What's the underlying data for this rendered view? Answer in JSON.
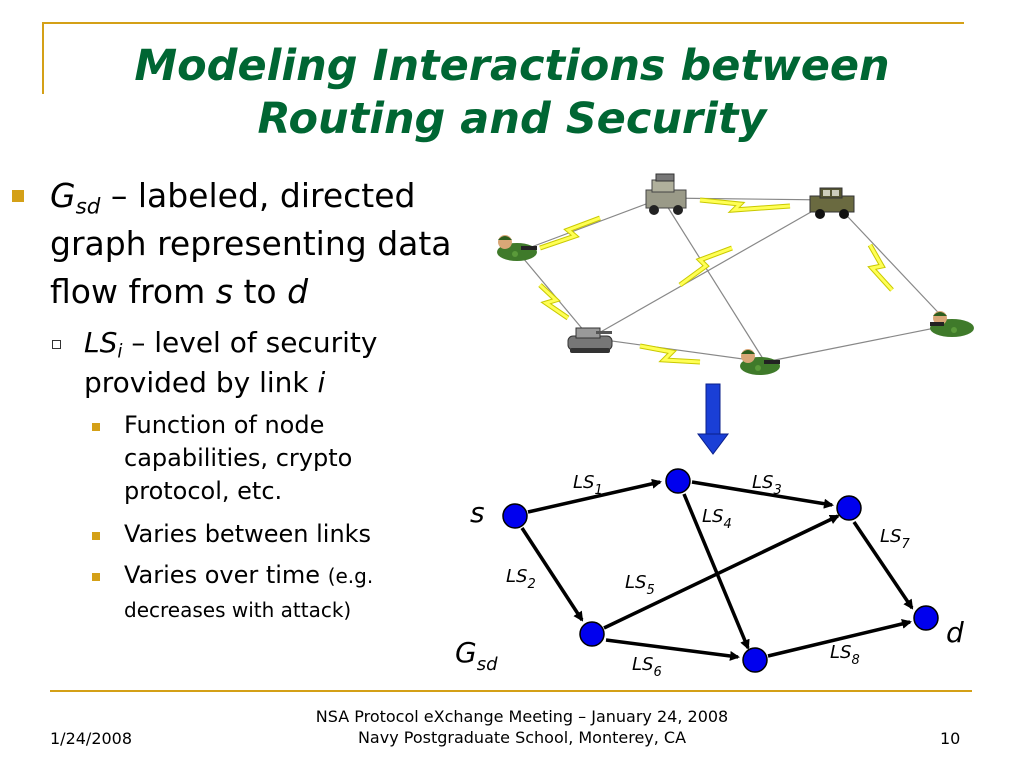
{
  "title": {
    "line1": "Modeling Interactions between",
    "line2": "Routing and Security"
  },
  "bullet1": {
    "var": "G",
    "var_sub": "sd",
    "text_a": " – labeled, directed graph representing data flow from ",
    "s": "s",
    "to": " to ",
    "d": "d"
  },
  "bullet2": {
    "var": "LS",
    "var_sub": "i",
    "text_a": " – level of security provided by link ",
    "link": "i"
  },
  "sub_bullets": [
    {
      "text": "Function of node capabilities, crypto protocol, etc."
    },
    {
      "text": "Varies between links"
    },
    {
      "text": "Varies over time ",
      "small": "(e.g. decreases with attack)"
    }
  ],
  "graph": {
    "label_s": "s",
    "label_d": "d",
    "label_g": "G",
    "label_g_sub": "sd",
    "links": [
      {
        "base": "LS",
        "sub": "1"
      },
      {
        "base": "LS",
        "sub": "2"
      },
      {
        "base": "LS",
        "sub": "3"
      },
      {
        "base": "LS",
        "sub": "4"
      },
      {
        "base": "LS",
        "sub": "5"
      },
      {
        "base": "LS",
        "sub": "6"
      },
      {
        "base": "LS",
        "sub": "7"
      },
      {
        "base": "LS",
        "sub": "8"
      }
    ]
  },
  "footer": {
    "line1": "NSA Protocol eXchange Meeting – January 24, 2008",
    "line2": "Navy Postgraduate School, Monterey, CA",
    "date": "1/24/2008",
    "page": "10"
  },
  "colors": {
    "title": "#006633",
    "accent": "#d4a017",
    "node": "#0000ee",
    "arrow": "#1a3fd6",
    "lightning": "#ffff00"
  },
  "icons": [
    "soldier-icon",
    "humvee-icon",
    "tank-icon",
    "radar-vehicle-icon",
    "lightning-icon",
    "down-arrow-icon"
  ]
}
